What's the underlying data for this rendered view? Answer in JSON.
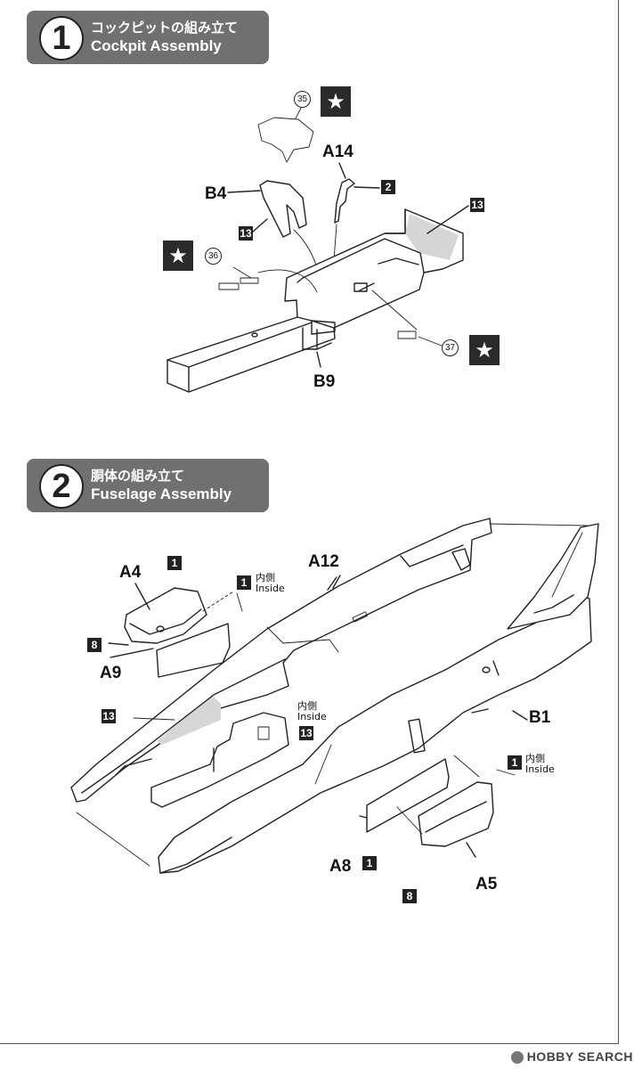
{
  "step1": {
    "number": "1",
    "title_jp": "コックピットの組み立て",
    "title_en": "Cockpit Assembly",
    "parts": {
      "p35": "35",
      "p36": "36",
      "p37": "37",
      "a14": "A14",
      "b4": "B4",
      "b9": "B9",
      "color2": "2",
      "color13a": "13",
      "color13b": "13"
    },
    "star_symbol": "★"
  },
  "step2": {
    "number": "2",
    "title_jp": "胴体の組み立て",
    "title_en": "Fuselage Assembly",
    "parts": {
      "a4": "A4",
      "a9": "A9",
      "a12": "A12",
      "b1": "B1",
      "a8": "A8",
      "a5": "A5",
      "color1a": "1",
      "color1b": "1",
      "color1c": "1",
      "color1d": "1",
      "color8a": "8",
      "color8b": "8",
      "color13a": "13",
      "color13b": "13"
    },
    "inside_jp": "内側",
    "inside_en": "Inside"
  },
  "watermark": "HOBBY SEARCH"
}
